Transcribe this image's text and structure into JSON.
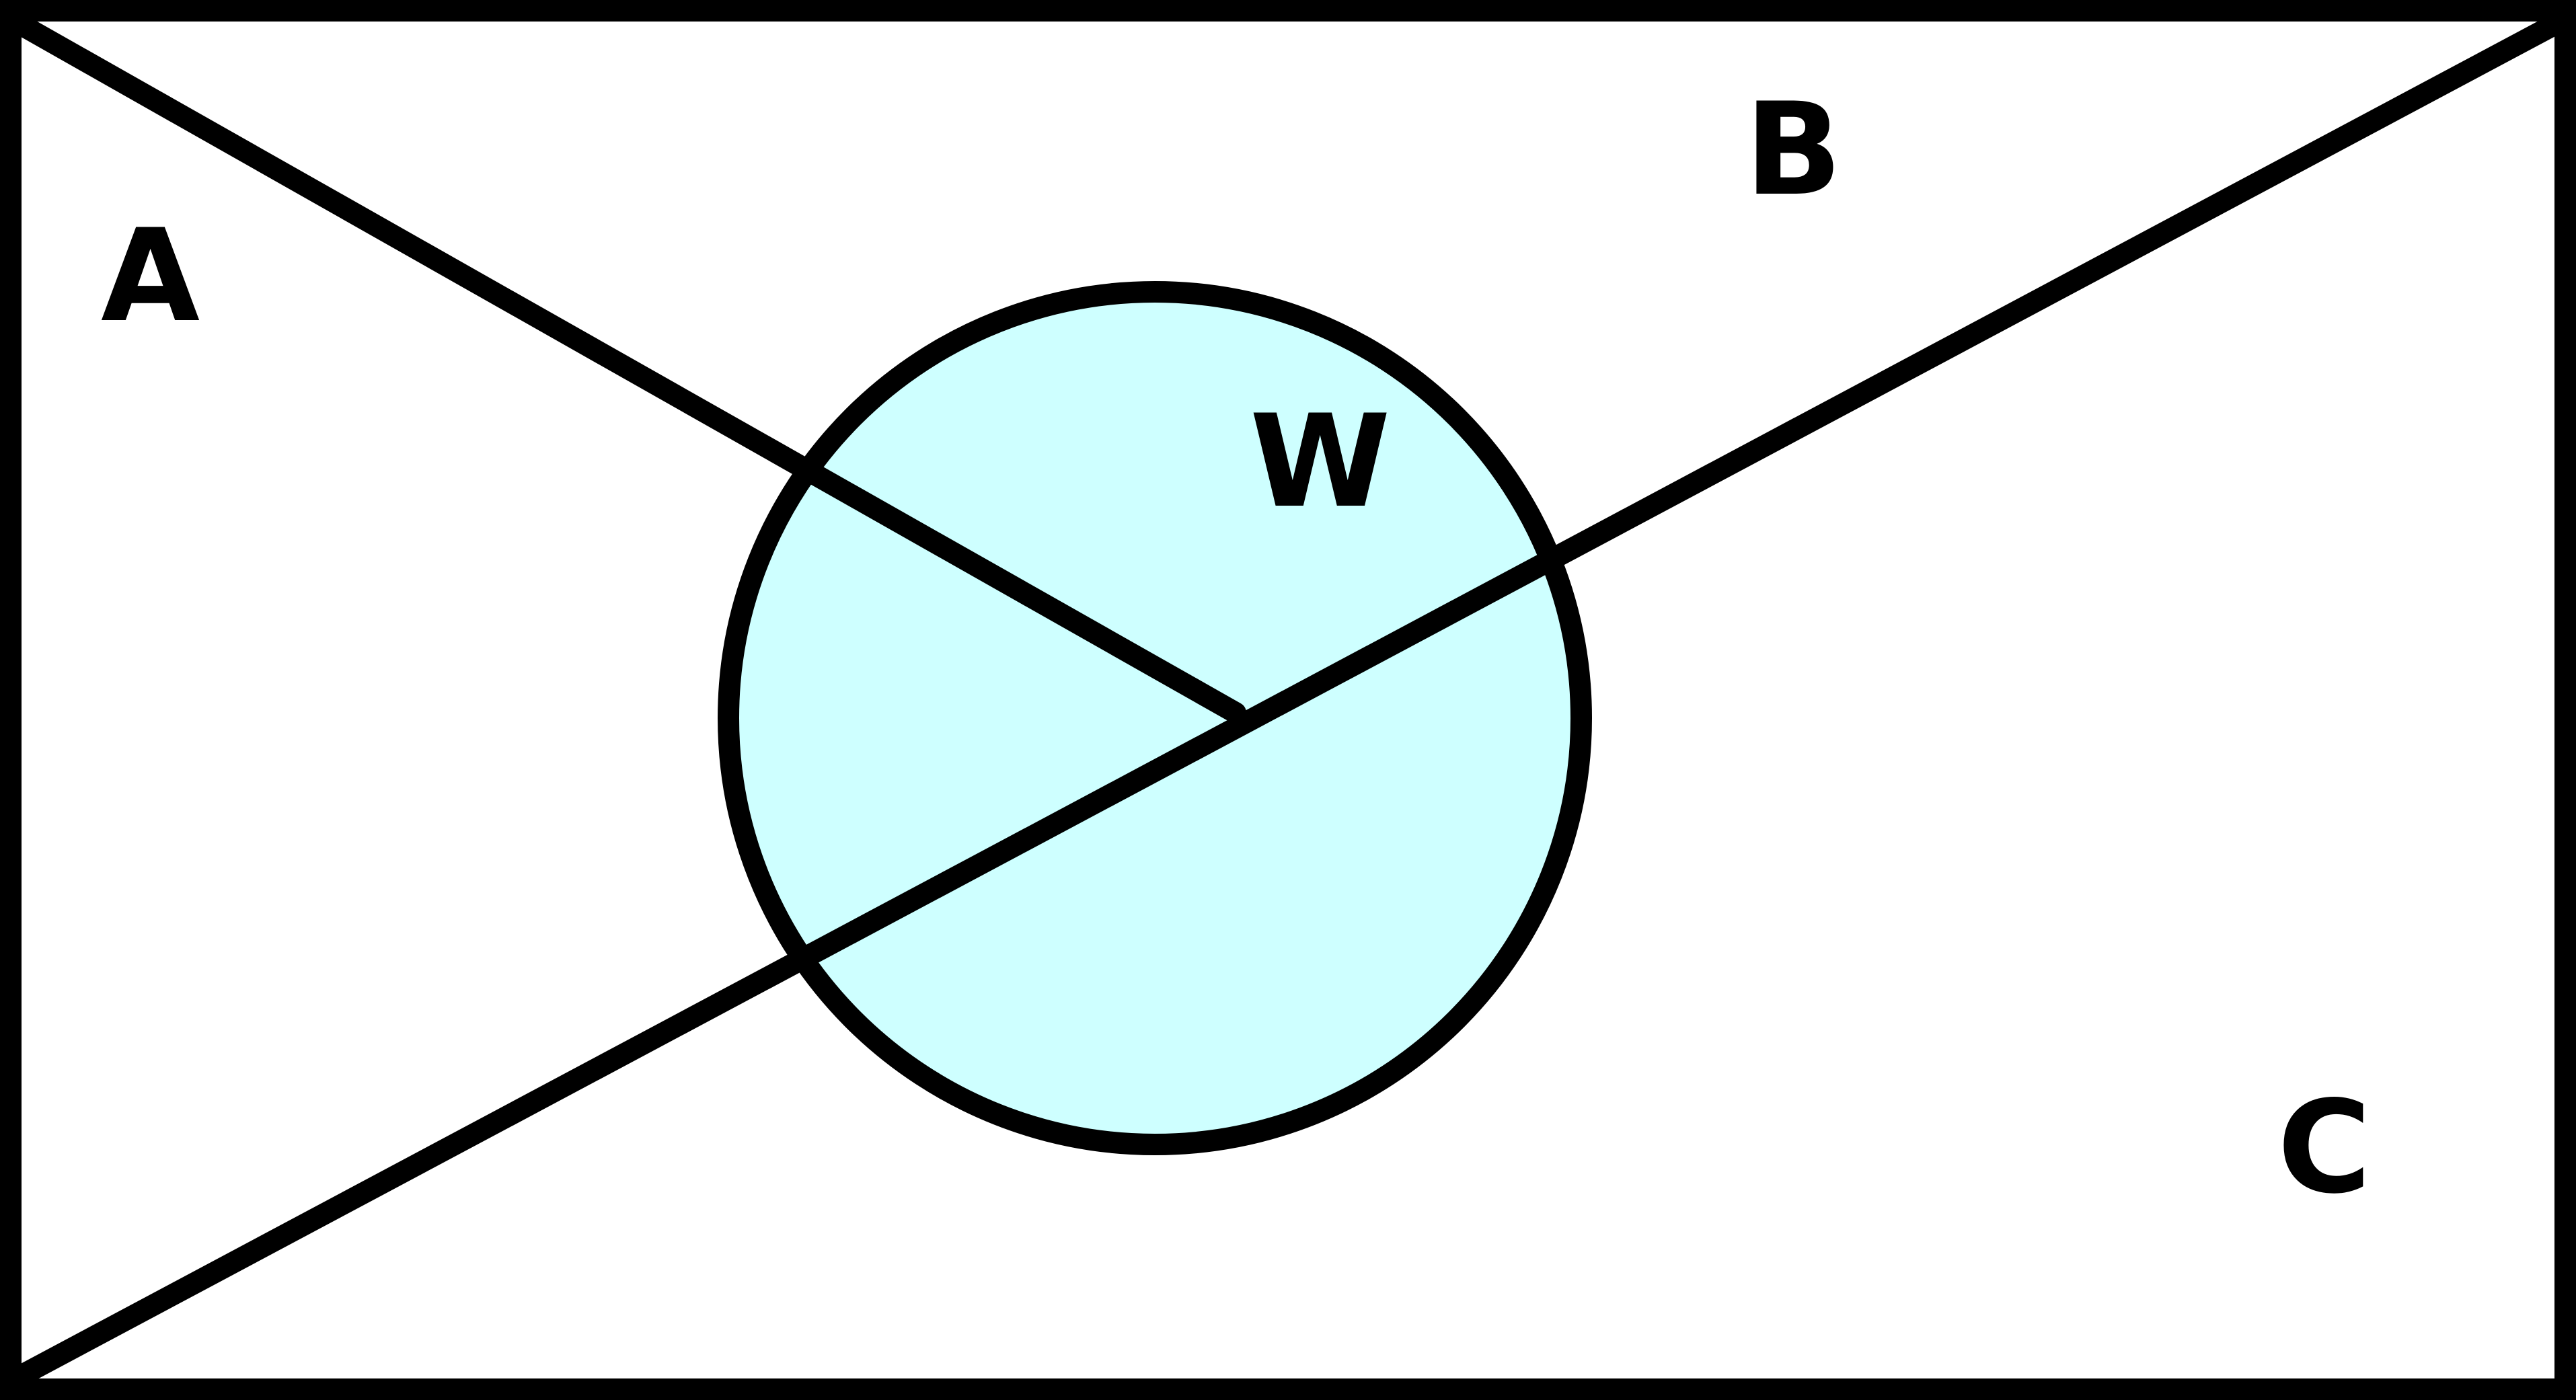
{
  "diagram": {
    "type": "venn-partition",
    "colors": {
      "stroke": "#000000",
      "background": "#ffffff",
      "circle_fill": "#ceffff"
    },
    "regions": [
      {
        "id": "A",
        "label": "A"
      },
      {
        "id": "B",
        "label": "B"
      },
      {
        "id": "C",
        "label": "C"
      }
    ],
    "circle": {
      "label": "W"
    }
  }
}
